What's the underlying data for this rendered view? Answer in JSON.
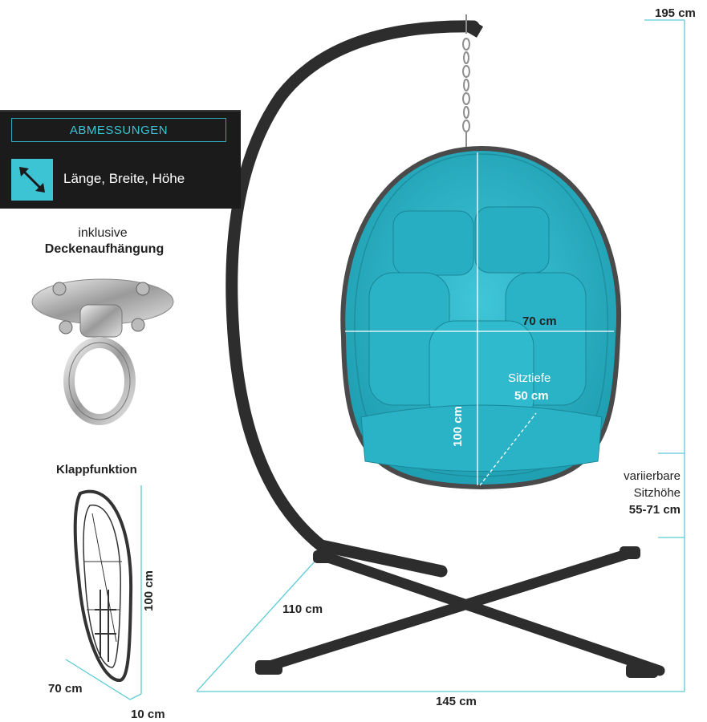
{
  "header": {
    "title": "ABMESSUNGEN",
    "dimensions_label": "Länge, Breite, Höhe",
    "dimensions_icon": "diagonal-double-arrow-icon"
  },
  "mount": {
    "line1": "inklusive",
    "line2": "Deckenaufhängung",
    "icon": "ceiling-hook-icon"
  },
  "folding": {
    "title": "Klappfunktion",
    "height": "100 cm",
    "width": "70 cm",
    "depth": "10 cm"
  },
  "chair": {
    "total_height": "195 cm",
    "seat_width": "70 cm",
    "seat_depth_label": "Sitztiefe",
    "seat_depth": "50 cm",
    "seat_height": "100 cm",
    "variable_line1": "variierbare",
    "variable_line2": "Sitzhöhe",
    "variable_value": "55-71 cm",
    "base_depth": "110 cm",
    "base_width": "145 cm"
  },
  "colors": {
    "accent": "#3cc3d4",
    "cushion": "#2bb5c9",
    "frame": "#2d2d2d",
    "panel": "#1b1b1b"
  }
}
